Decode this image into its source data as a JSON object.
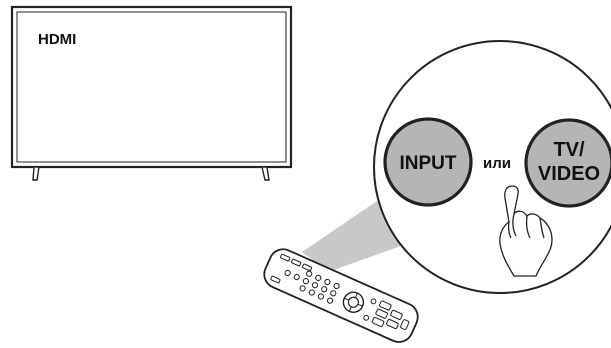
{
  "screen": {
    "source_label": "HDMI"
  },
  "callout": {
    "button_left_label": "INPUT",
    "connector_text": "или",
    "button_right_label_line1": "TV/",
    "button_right_label_line2": "VIDEO"
  },
  "colors": {
    "outline": "#222222",
    "button_fill": "#b5b5b5",
    "beam_fill": "#c8c8c8"
  }
}
